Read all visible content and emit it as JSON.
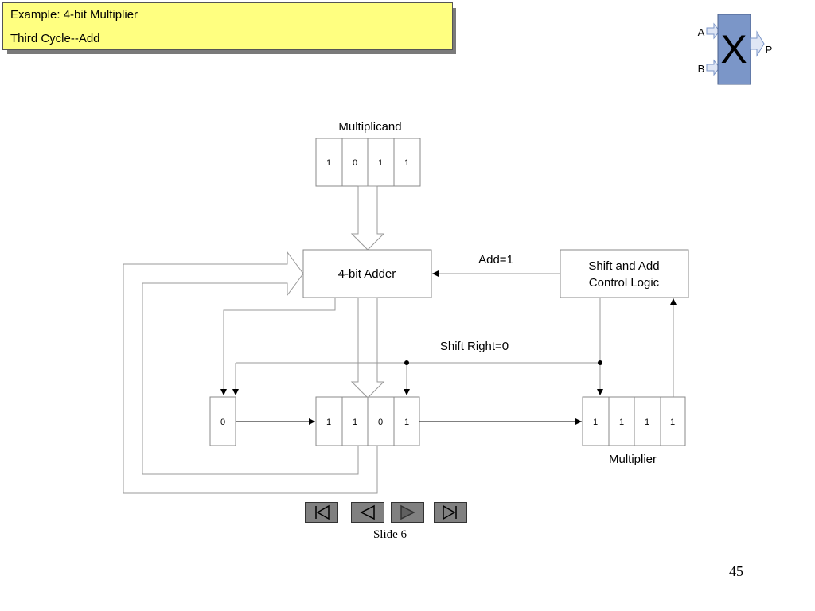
{
  "title": {
    "line1": "Example: 4-bit Multiplier",
    "line2": "Third Cycle--Add"
  },
  "logo": {
    "input_a": "A",
    "input_b": "B",
    "symbol": "X",
    "output": "P",
    "color": "#7b96c8"
  },
  "diagram": {
    "multiplicand": {
      "label": "Multiplicand",
      "bits": [
        "1",
        "0",
        "1",
        "1"
      ]
    },
    "adder": {
      "label": "4-bit Adder"
    },
    "control": {
      "line1": "Shift and Add",
      "line2": "Control Logic"
    },
    "add_signal": "Add=1",
    "shift_signal": "Shift Right=0",
    "carry": {
      "bits": [
        "0"
      ]
    },
    "product_high": {
      "bits": [
        "1",
        "1",
        "0",
        "1"
      ]
    },
    "multiplier": {
      "label": "Multiplier",
      "bits": [
        "1",
        "1",
        "1",
        "1"
      ]
    }
  },
  "navigation": {
    "buttons": [
      {
        "name": "first-slide-button",
        "icon": "skip-to-start-icon"
      },
      {
        "name": "previous-slide-button",
        "icon": "play-left-icon"
      },
      {
        "name": "next-slide-button",
        "icon": "play-right-icon"
      },
      {
        "name": "last-slide-button",
        "icon": "skip-to-end-icon"
      }
    ],
    "slide_label": "Slide 6"
  },
  "page_number": "45"
}
